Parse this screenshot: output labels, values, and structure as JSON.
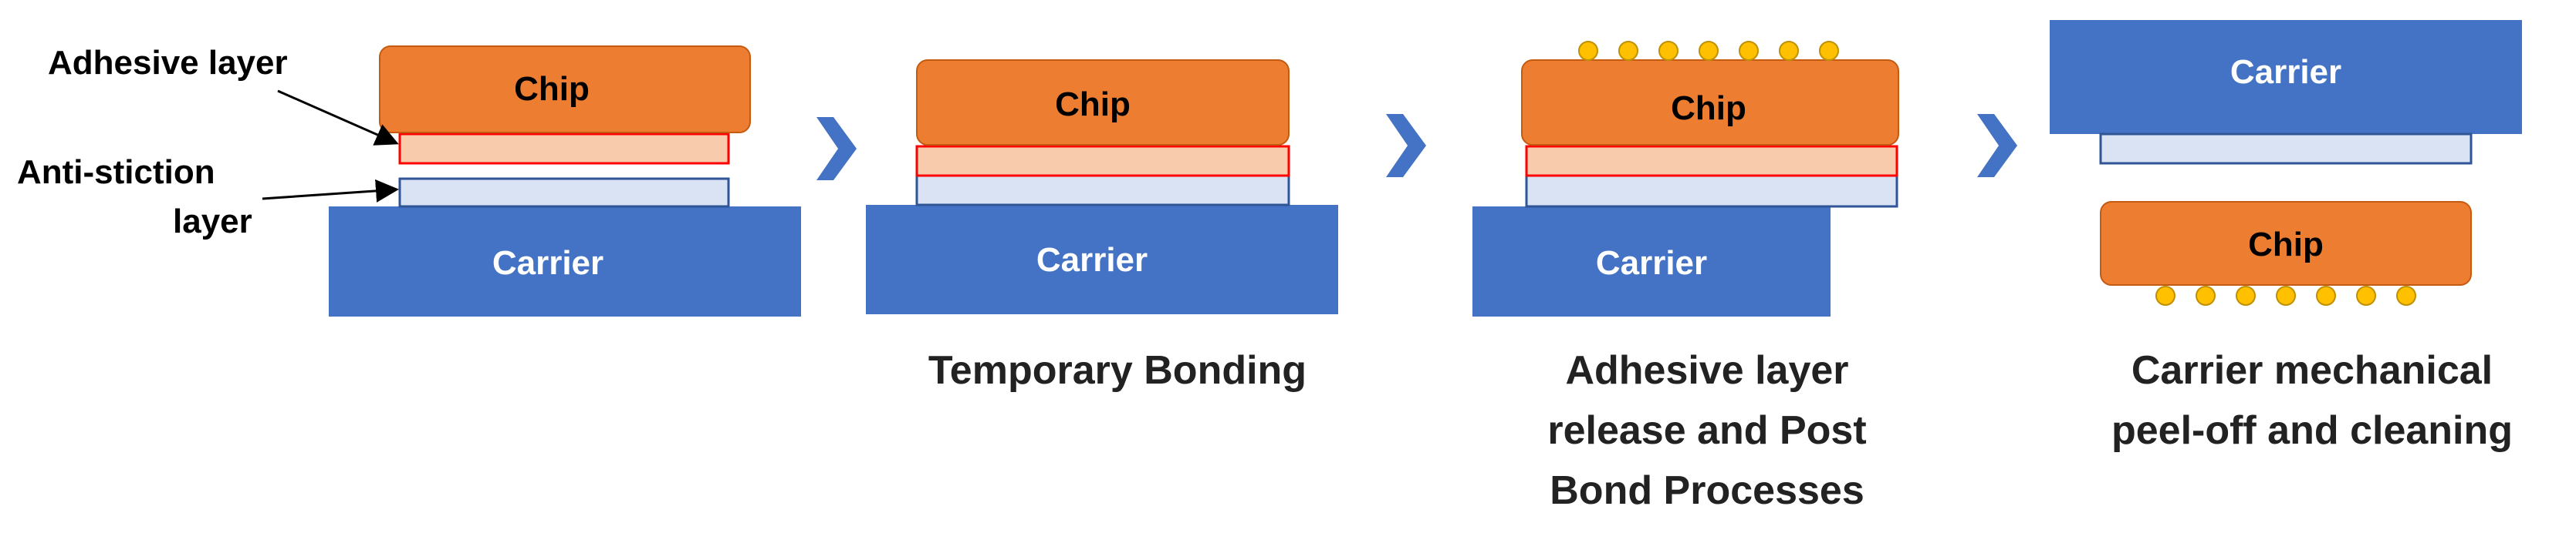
{
  "colors": {
    "chip": "#ED7D31",
    "carrier": "#4472C4",
    "adhesive_fill": "#F8CBAD",
    "adhesive_border": "#FF0000",
    "antistiction_fill": "#DAE3F3",
    "bump": "#FFC000",
    "arrow": "#4472C4"
  },
  "callouts": {
    "adhesive_layer": "Adhesive layer",
    "anti_stiction_line1": "Anti-stiction",
    "anti_stiction_line2": "layer"
  },
  "stages": [
    {
      "chip": "Chip",
      "carrier": "Carrier",
      "caption": []
    },
    {
      "chip": "Chip",
      "carrier": "Carrier",
      "caption": [
        "Temporary Bonding"
      ]
    },
    {
      "chip": "Chip",
      "carrier": "Carrier",
      "caption": [
        "Adhesive layer",
        "release and Post",
        "Bond Processes"
      ]
    },
    {
      "chip": "Chip",
      "carrier": "Carrier",
      "caption": [
        "Carrier mechanical",
        "peel-off and cleaning"
      ]
    }
  ],
  "arrow_icon": "chevron-right-icon"
}
